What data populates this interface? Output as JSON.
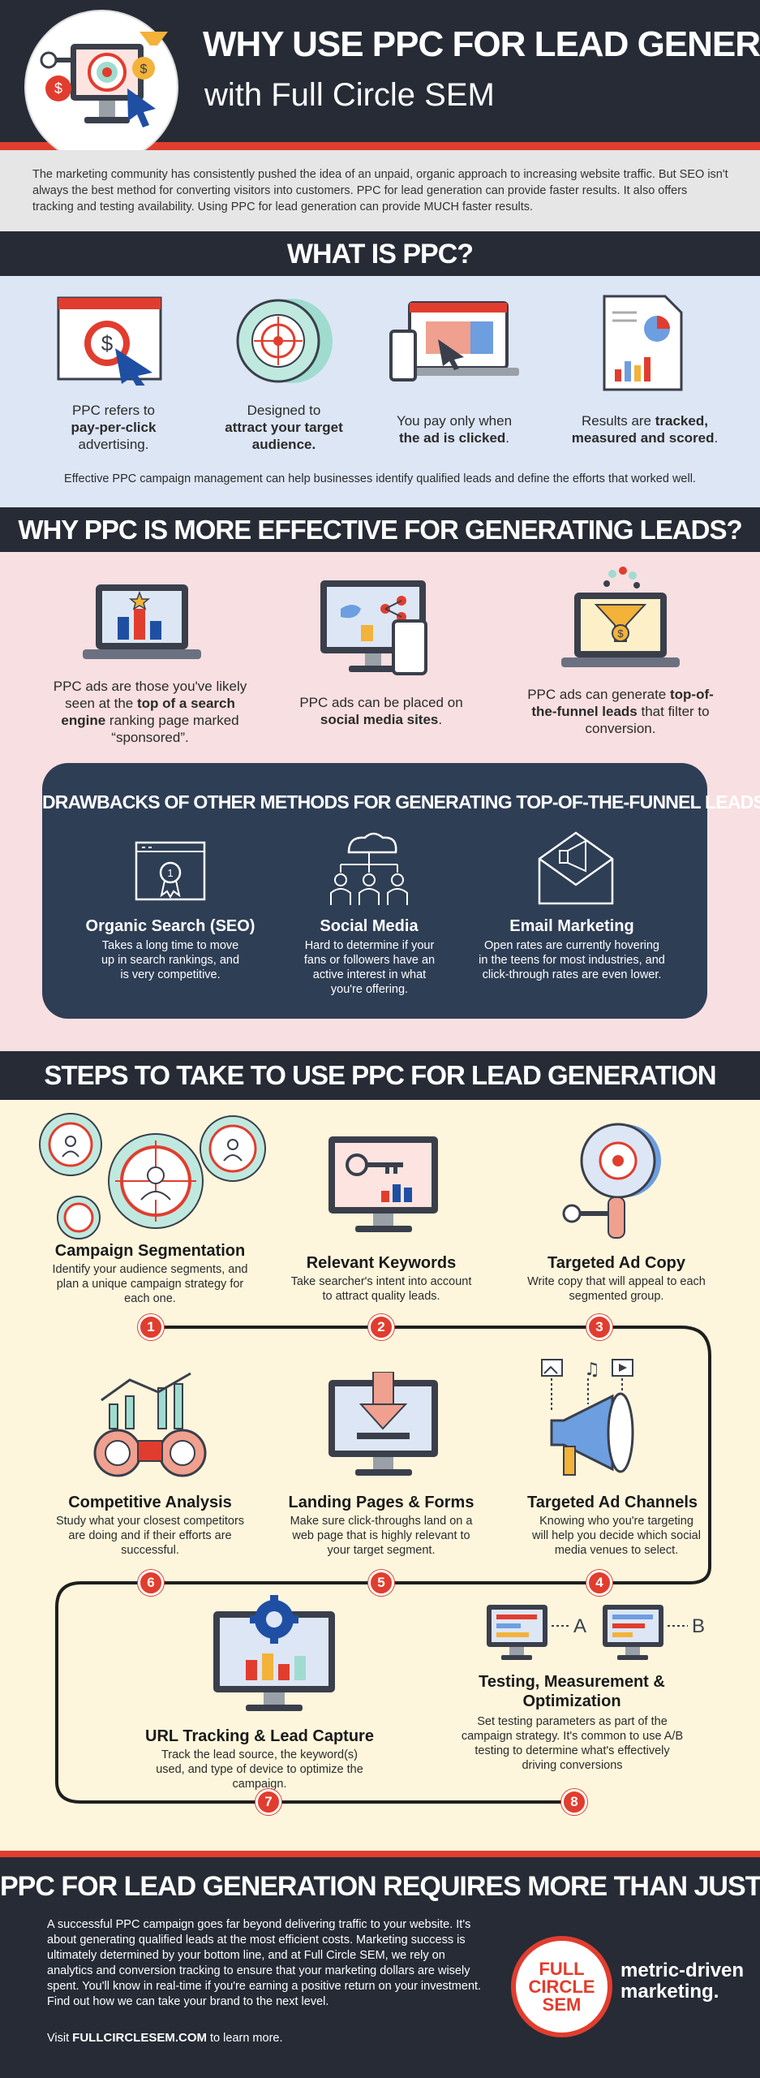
{
  "header": {
    "title_line1": "WHY USE PPC FOR LEAD GENERATION",
    "title_line2": "with Full Circle SEM"
  },
  "intro": "The marketing community has consistently pushed the idea of an unpaid, organic approach to increasing website traffic. But SEO isn't always the best method for converting visitors into customers. PPC for lead generation can provide faster results. It also offers tracking and testing availability. Using PPC for lead generation can provide MUCH faster results.",
  "what_is": {
    "heading": "WHAT IS PPC?",
    "items": [
      {
        "pre": "PPC refers to",
        "bold": "pay-per-click",
        "post": "advertising."
      },
      {
        "pre": "Designed to",
        "bold": "attract your target audience.",
        "post": ""
      },
      {
        "pre": "You pay only when",
        "bold": "the ad is clicked",
        "post": "."
      },
      {
        "pre": "Results are",
        "bold": "tracked, measured and scored",
        "post": "."
      }
    ],
    "note": "Effective PPC campaign management can help businesses identify qualified leads and define the efforts that worked well."
  },
  "effective": {
    "heading": "WHY PPC IS MORE EFFECTIVE FOR GENERATING LEADS?",
    "items": [
      {
        "pre": "PPC ads are those you've likely seen at the",
        "bold": "top of a search engine",
        "post": "ranking page marked “sponsored”."
      },
      {
        "pre": "PPC ads can be placed on",
        "bold": "social media sites",
        "post": "."
      },
      {
        "pre": "PPC ads can generate",
        "bold": "top-of-the-funnel leads",
        "post": "that filter to conversion."
      }
    ]
  },
  "drawbacks": {
    "heading": "DRAWBACKS OF OTHER METHODS FOR GENERATING TOP-OF-THE-FUNNEL LEADS:",
    "items": [
      {
        "title": "Organic Search (SEO)",
        "desc": "Takes a long time to move up in search rankings, and is very competitive."
      },
      {
        "title": "Social Media",
        "desc": "Hard to determine if your fans or followers have an active interest in what you're offering."
      },
      {
        "title": "Email Marketing",
        "desc": "Open rates are currently hovering in the teens for most industries, and click-through rates are even lower."
      }
    ]
  },
  "steps": {
    "heading": "STEPS TO TAKE TO USE PPC FOR LEAD GENERATION",
    "items": [
      {
        "num": "1",
        "title": "Campaign Segmentation",
        "desc": "Identify your audience segments, and plan a unique campaign strategy for each one."
      },
      {
        "num": "2",
        "title": "Relevant Keywords",
        "desc": "Take searcher's intent into account to attract quality leads."
      },
      {
        "num": "3",
        "title": "Targeted Ad Copy",
        "desc": "Write copy that will appeal to each segmented group."
      },
      {
        "num": "4",
        "title": "Targeted Ad Channels",
        "desc": "Knowing who you're targeting will help you decide which social media venues to select."
      },
      {
        "num": "5",
        "title": "Landing Pages & Forms",
        "desc": "Make sure click-throughs land on a web page that is highly relevant to your target segment."
      },
      {
        "num": "6",
        "title": "Competitive Analysis",
        "desc": "Study what your closest competitors are doing and if their efforts are successful."
      },
      {
        "num": "7",
        "title": "URL Tracking & Lead Capture",
        "desc": "Track the lead source, the keyword(s) used, and type of device to optimize the campaign."
      },
      {
        "num": "8",
        "title": "Testing, Measurement & Optimization",
        "desc": "Set testing parameters as part of the campaign strategy. It's common to use A/B testing to determine what's effectively driving conversions"
      }
    ],
    "ab_a": "A",
    "ab_b": "B"
  },
  "footer": {
    "heading": "PPC FOR LEAD GENERATION REQUIRES MORE THAN JUST CLICKS",
    "body": "A successful PPC campaign goes far beyond delivering traffic to your website. It's about generating qualified leads at the most efficient costs. Marketing success is ultimately determined by your bottom line, and at Full Circle SEM, we rely on analytics and conversion tracking to ensure that your marketing dollars are wisely spent. You'll know in real-time if you're earning a positive return on your investment. Find out how we can take your brand to the next level.",
    "visit_pre": "Visit",
    "visit_link": "FULLCIRCLESEM.COM",
    "visit_post": "to learn more.",
    "logo_l1": "FULL",
    "logo_l2": "CIRCLE",
    "logo_l3": "SEM",
    "tagline1": "metric-driven",
    "tagline2": "marketing."
  },
  "colors": {
    "dark": "#262b36",
    "red": "#e13d2e",
    "blue_bg": "#dde6f5",
    "pink_bg": "#f8dfe1",
    "cream_bg": "#fdf6dc",
    "navy": "#2e3e55"
  }
}
